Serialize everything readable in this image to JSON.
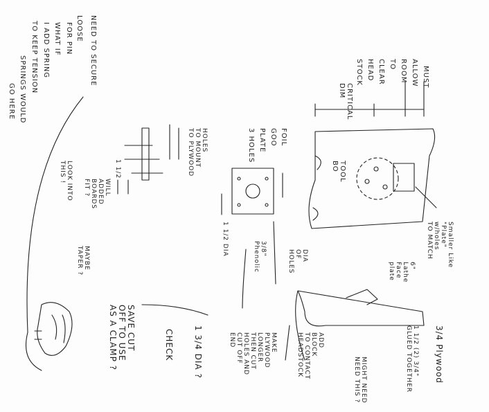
{
  "notes": {
    "need_to_secure": "NEED TO SECURE",
    "loose": "LOOSE",
    "for_pin": "FOR PIN",
    "what_if": "WHAT IF",
    "i_add_spring": "I ADD SPRING",
    "to_keep_tension": "TO KEEP TENSION",
    "springs_would": "SPRINGS WOULD",
    "go_here": "GO HERE",
    "must": "MUST",
    "allow": "ALLOW",
    "room": "ROOM",
    "to": "TO",
    "clear": "CLEAR",
    "head": "HEAD",
    "stock": "STOCK",
    "critical_dim": "CRITICAL\nDIM",
    "foil": "FOIL",
    "goo": "GOO",
    "plate": "PLATE",
    "holes_3": "3 HOLES",
    "holes_to_mount": "HOLES\nTO MOUNT\nTO PLYWOOD",
    "will_added_boards_fit": "WILL\nADDED\nBOARDS\nFIT ?",
    "look_into_this": "LOOK INTO\nTHIS !",
    "one_half": "1 1/2",
    "one_half_dia": "1 1/2 DIA",
    "three_eighths_phenolic": "3/8\"\nPhenolic",
    "tool_bo": "TOOL\nBO",
    "dia_of_holes": "DIA\nOF\nHOLES",
    "smaller_like_plate": "Smaller Like\n\"Plate\"\nw/holes\nTO MATCH",
    "six_lathe_face_plate": "6\"\nLathe\nFace\nplate",
    "three_quarter_plywood": "3/4 Plywood",
    "glued_together": "1 1/2 (2) 3/4\"\nGLUED TOGETHER",
    "add_block": "ADD\nBLOCK\nTO CONTACT\nHEADSTOCK",
    "make_plywood_longer": "MAKE\nPLYWOOD\nLONGER\nTHEN CUT\nHOLES AND\nCUT OFF\nEND",
    "might_need_this": "MIGHT NEED\nNEED THIS ?",
    "one_three_quarter_dia": "1 3/4 DIA ?",
    "check": "CHECK",
    "save_cut_off": "SAVE CUT\nOFF TO USE\nAS A CLAMP ?",
    "maybe_taper": "MAYBE\nTAPER ?"
  },
  "colors": {
    "ink": "#222222",
    "paper": "#fdfdfd"
  }
}
